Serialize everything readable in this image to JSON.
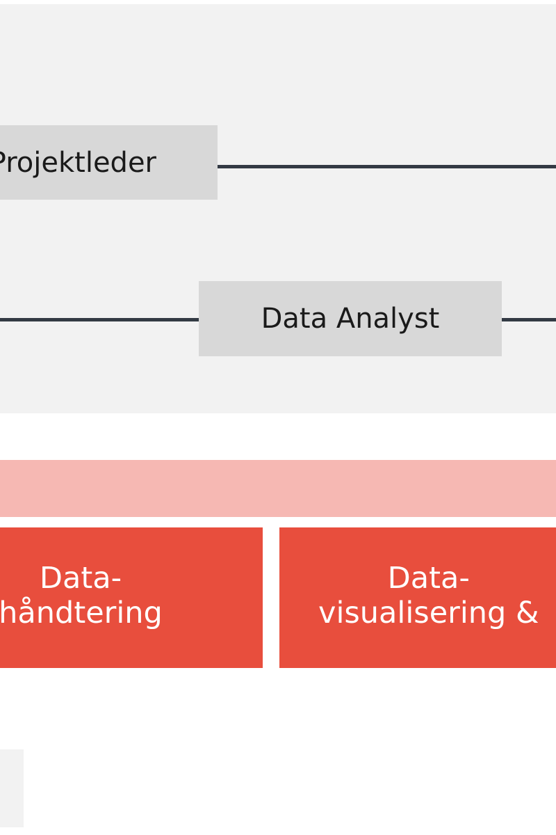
{
  "roles": {
    "projektleder": "Projektleder",
    "data_analyst": "Data Analyst"
  },
  "skills": {
    "left": {
      "line1": "Data-",
      "line2": "håndtering"
    },
    "right": {
      "line1": "Data-",
      "line2": "visualisering &"
    }
  },
  "colors": {
    "panel": "#f2f2f2",
    "role_box": "#d8d8d8",
    "connector": "#333a44",
    "band": "#f6b8b3",
    "skill_block": "#e84e3d"
  }
}
